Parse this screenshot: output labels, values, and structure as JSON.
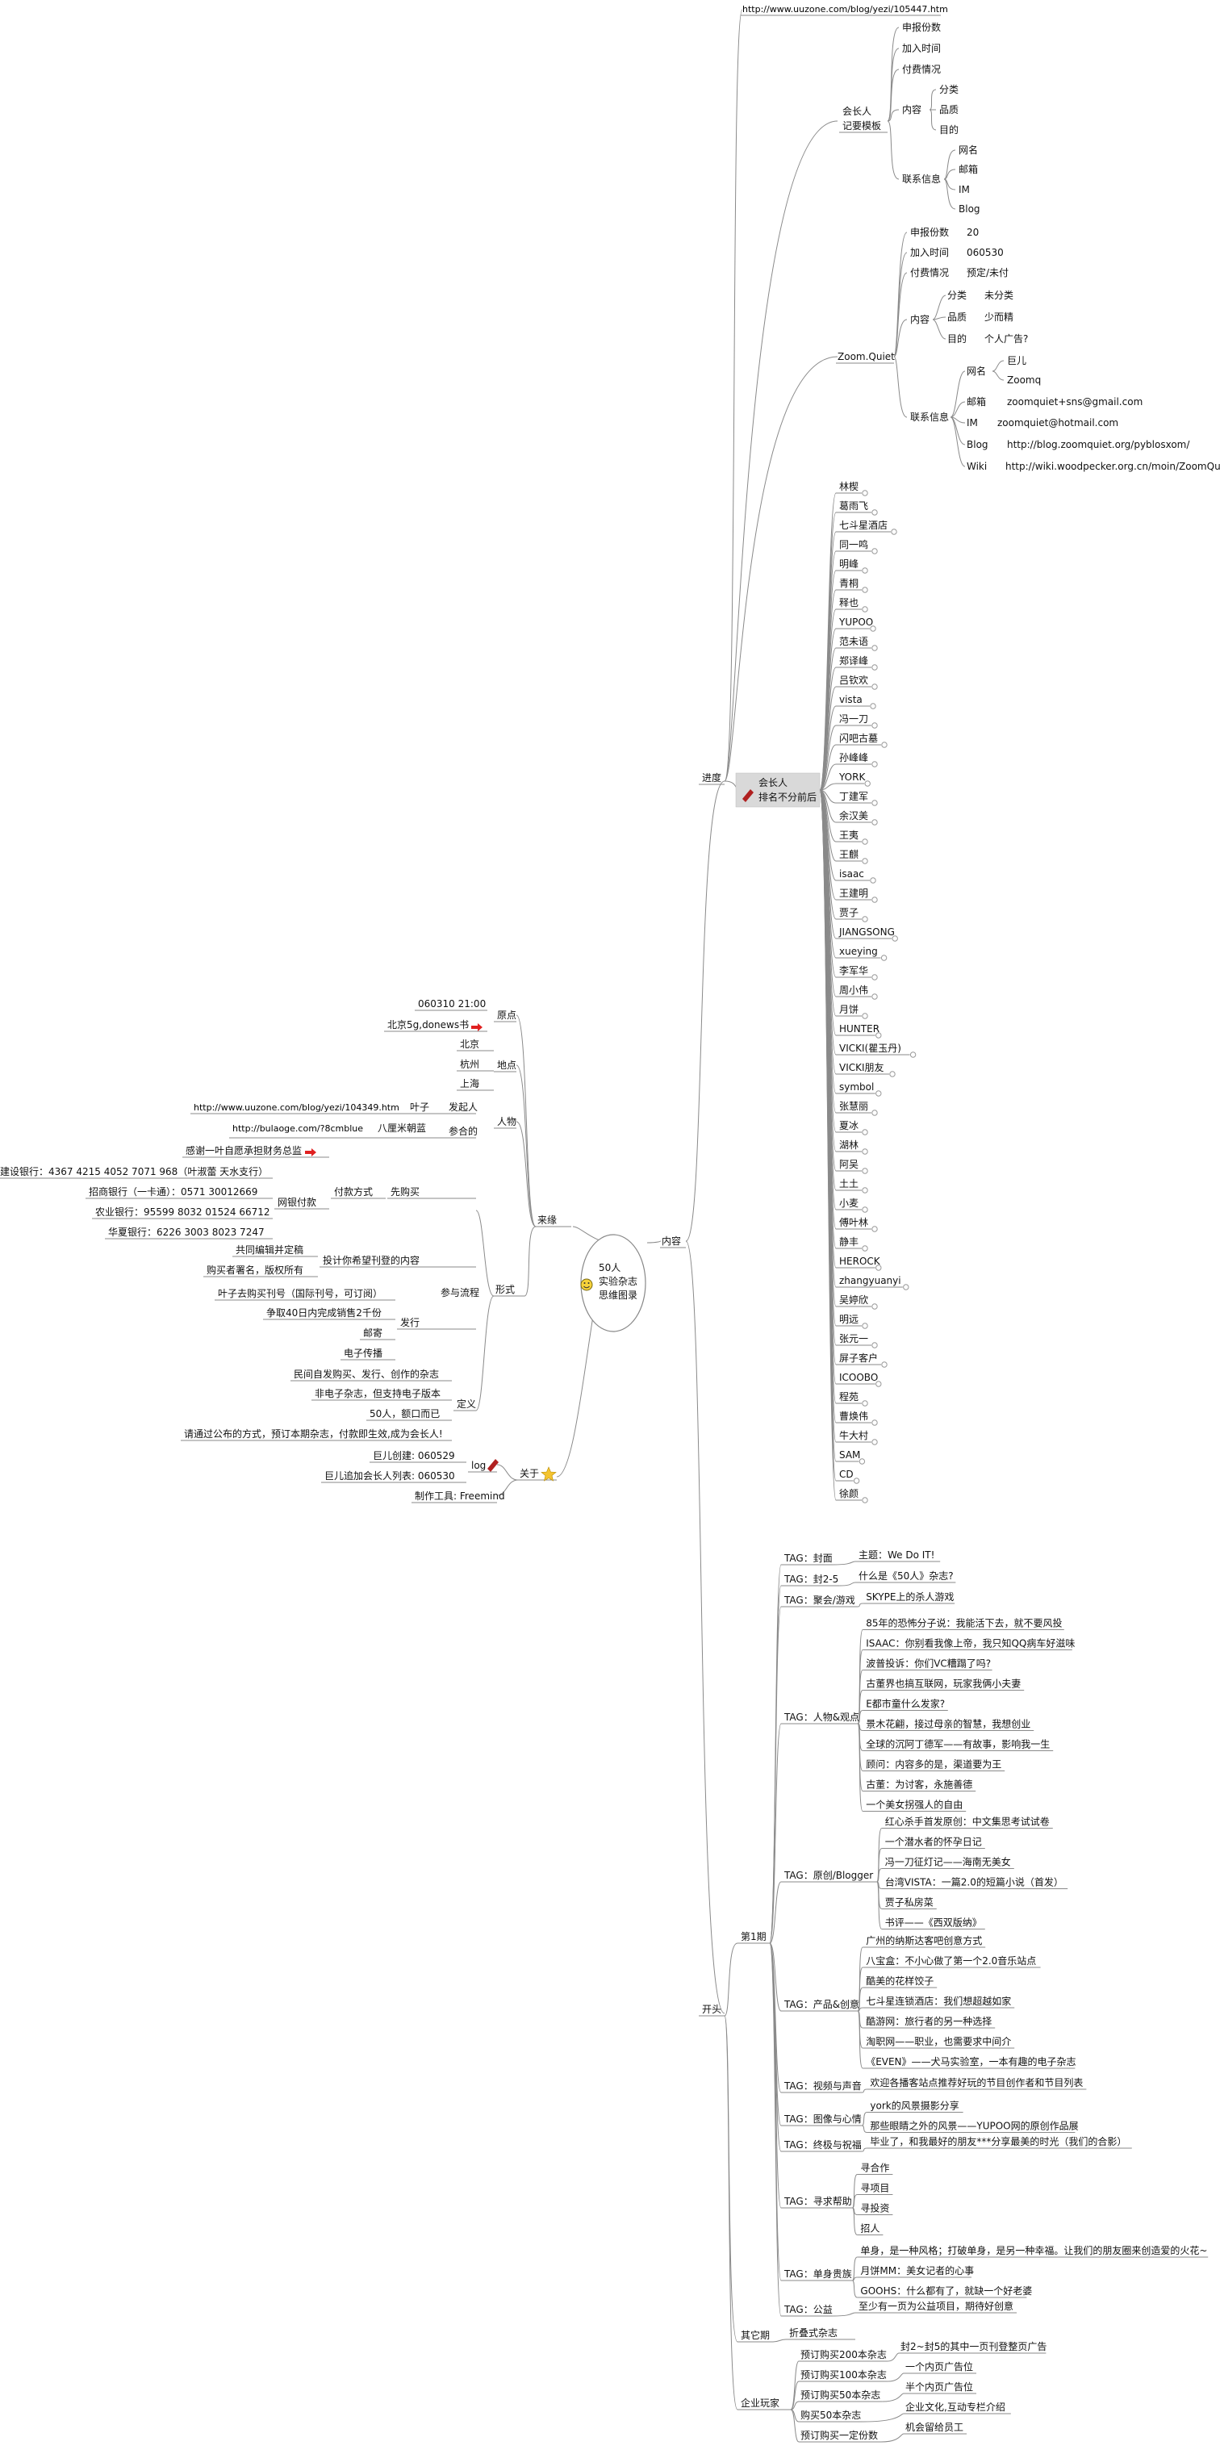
{
  "center": {
    "lines": [
      "50人",
      "实验杂志",
      "思维图录"
    ]
  },
  "top_url": "http://www.uuzone.com/blog/yezi/105447.htm",
  "branches": {
    "neirong": "内容",
    "laiyuan": "来缘",
    "jindu": "进度",
    "kaitou": "开头"
  },
  "laiyuan": {
    "yuandian": "原点",
    "date": "060310 21:00",
    "place": "北京5g,donews书",
    "didian": "地点",
    "cities": [
      "北京",
      "杭州",
      "上海"
    ],
    "renwu": "人物",
    "faqiren": "发起人",
    "yezi": "叶子",
    "yezi_url": "http://www.uuzone.com/blog/yezi/104349.htm",
    "canyu": "参合的",
    "bali": "八厘米朝蓝",
    "bali_url": "http://bulaoge.com/?8cmblue",
    "xingshi": "形式",
    "canyu_liucheng": "参与流程",
    "xiangoumai": "先购买",
    "fukuan": "付款方式",
    "ganxie": "感谢一叶自愿承担财务总监",
    "wangyin": "网银付款",
    "banks": [
      "建设银行：4367 4215 4052 7071 968（叶淑蕾 天水支行）",
      "招商银行（一卡通）：0571 30012669",
      "农业银行：95599 8032 01524 66712",
      "华夏银行：6226 3003 8023 7247"
    ],
    "tougao": "投计你希望刊登的内容",
    "gongtong": "共同编辑并定稿",
    "goushi": "购买者署名，版权所有",
    "faxing": "发行",
    "faxing_items": [
      "叶子去购买刊号（国际刊号，可订阅）",
      "争取40日内完成销售2千份",
      "邮寄",
      "电子传播"
    ],
    "dingyi": "定义",
    "dingyi_items": [
      "民间自发购买、发行、创作的杂志",
      "非电子杂志，但支持电子版本",
      "50人，额口而已",
      "请通过公布的方式，预订本期杂志，付款即生效,成为会长人!"
    ],
    "guanyu": "关于",
    "log": "log",
    "log_items": [
      "巨儿创建: 060529",
      "巨儿追加会长人列表: 060530"
    ],
    "tool": "制作工具: Freemind"
  },
  "jindu": {
    "template_label": [
      "会长人",
      "记要模板"
    ],
    "template_items": [
      "申报份数",
      "加入时间",
      "付费情况",
      "内容",
      "联系信息"
    ],
    "neirong_items": [
      "分类",
      "品质",
      "目的"
    ],
    "lianxi_items": [
      "网名",
      "邮箱",
      "IM",
      "Blog"
    ],
    "zoom": "Zoom.Quiet",
    "zoom_items": [
      {
        "k": "申报份数",
        "v": "20"
      },
      {
        "k": "加入时间",
        "v": "060530"
      },
      {
        "k": "付费情况",
        "v": "预定/未付"
      }
    ],
    "zoom_content": "内容",
    "zoom_content_items": [
      {
        "k": "分类",
        "v": "未分类"
      },
      {
        "k": "品质",
        "v": "少而精"
      },
      {
        "k": "目的",
        "v": "个人广告?"
      }
    ],
    "zoom_contact": "联系信息",
    "zoom_contact_items": [
      {
        "k": "网名",
        "v": "巨儿"
      },
      {
        "k": "",
        "v": "Zoomq"
      },
      {
        "k": "邮箱",
        "v": "zoomquiet+sns@gmail.com"
      },
      {
        "k": "IM",
        "v": "zoomquiet@hotmail.com"
      },
      {
        "k": "Blog",
        "v": "http://blog.zoomquiet.org/pyblosxom/"
      },
      {
        "k": "Wiki",
        "v": "http://wiki.woodpecker.org.cn/moin/ZoomQuiet"
      }
    ],
    "members_label": [
      "会长人",
      "排名不分前后"
    ],
    "members": [
      "林楔",
      "葛雨飞",
      "七斗星酒店",
      "同一鸣",
      "明峰",
      "青桐",
      "释也",
      "YUPOO",
      "范未语",
      "郑译峰",
      "吕钦欢",
      "vista",
      "冯一刀",
      "闪吧古墓",
      "孙峰峰",
      "YORK",
      "丁建军",
      "余汉美",
      "王夷",
      "王麒",
      "isaac",
      "王建明",
      "贾子",
      "JIANGSONG",
      "xueying",
      "李军华",
      "周小伟",
      "月饼",
      "HUNTER",
      "VICKI(瞿玉丹)",
      "VICKI朋友",
      "symbol",
      "张慧丽",
      "夏冰",
      "湖林",
      "阿吴",
      "土土",
      "小麦",
      "傅叶林",
      "静丰",
      "HEROCK",
      "zhangyuanyi",
      "吴婷欣",
      "明远",
      "张元一",
      "屏子客户",
      "ICOOBO",
      "程苑",
      "曹焕伟",
      "牛大村",
      "SAM",
      "CD",
      "徐颜"
    ]
  },
  "kaitou": {
    "issue1": "第1期",
    "tags": [
      {
        "label": "TAG：封面",
        "items": [
          "主题：We Do IT!"
        ]
      },
      {
        "label": "TAG：封2-5",
        "items": [
          "什么是《50人》杂志?"
        ]
      },
      {
        "label": "TAG：聚会/游戏",
        "items": [
          "SKYPE上的杀人游戏"
        ]
      },
      {
        "label": "TAG：人物&观点",
        "items": [
          "85年的恐怖分子说：我能活下去，就不要风投",
          "ISAAC：你别看我像上帝，我只知QQ病车好滋味",
          "波普投诉：你们VC糟蹋了吗?",
          "古董界也搞互联网，玩家我俩小夫妻",
          "E都市童什么发家?",
          "景木花翩，接过母亲的智慧，我想创业",
          "全球的沉阿丁德军——有故事，影响我一生",
          "顾问：内容多的是，渠道要为王",
          "古董：为讨客，永施善德",
          "一个美女拐强人的自由"
        ]
      },
      {
        "label": "TAG：原创/Blogger",
        "items": [
          "红心杀手首发原创：中文集思考试试卷",
          "一个潜水者的怀孕日记",
          "冯一刀征灯记——海南无美女",
          "台湾VISTA：一篇2.0的短篇小说（首发）",
          "贾子私房菜",
          "书评——《西双版纳》"
        ]
      },
      {
        "label": "TAG：产品&创意",
        "items": [
          "广州的纳斯达客吧创意方式",
          "八宝盒：不小心做了第一个2.0音乐站点",
          "酷美的花样饺子",
          "七斗星连锁酒店：我们想超越如家",
          "酷游网：旅行者的另一种选择",
          "淘职网——职业，也需要求中间介",
          "《EVEN》——犬马实验室，一本有趣的电子杂志"
        ]
      },
      {
        "label": "TAG：视频与声音",
        "items": [
          "欢迎各播客站点推荐好玩的节目创作者和节目列表"
        ]
      },
      {
        "label": "TAG：图像与心情",
        "items": [
          "york的风景摄影分享",
          "那些眼睛之外的风景——YUPOO网的原创作品展"
        ]
      },
      {
        "label": "TAG：终极与祝福",
        "items": [
          "毕业了，和我最好的朋友***分享最美的时光（我们的合影）"
        ]
      },
      {
        "label": "TAG：寻求帮助",
        "items": [
          "寻合作",
          "寻项目",
          "寻投资",
          "招人"
        ]
      },
      {
        "label": "TAG：单身贵族",
        "items": [
          "单身，是一种风格；打破单身，是另一种幸福。让我们的朋友圈来创造爱的火花~",
          "月饼MM：美女记者的心事",
          "GOOHS：什么都有了，就缺一个好老婆"
        ]
      },
      {
        "label": "TAG：公益",
        "items": [
          "至少有一页为公益项目，期待好创意"
        ]
      }
    ],
    "other": "其它期",
    "other_items": [
      "折叠式杂志"
    ],
    "corp": "企业玩家",
    "corp_items": [
      {
        "k": "预订购买200本杂志",
        "v": "封2~封5的其中一页刊登整页广告"
      },
      {
        "k": "预订购买100本杂志",
        "v": "一个内页广告位"
      },
      {
        "k": "预订购买50本杂志",
        "v": "半个内页广告位"
      },
      {
        "k": "购买50本杂志",
        "v": "企业文化,互动专栏介绍"
      },
      {
        "k": "预订购买一定份数",
        "v": "机会留给员工"
      }
    ]
  },
  "colors": {
    "edge": "#8a8a8a",
    "highlight": "#d9d9d9",
    "arrow": "#e02020",
    "star": "#f4c430"
  }
}
